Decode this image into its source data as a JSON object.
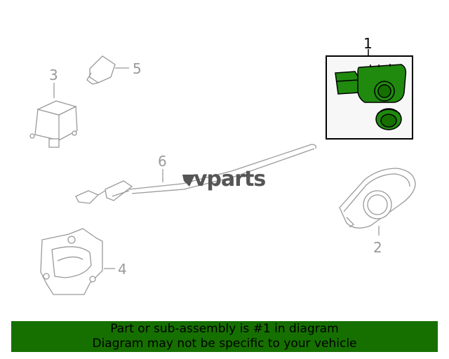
{
  "logo": {
    "text": "vparts"
  },
  "callouts": [
    {
      "id": "1",
      "label": "1",
      "active": true
    },
    {
      "id": "2",
      "label": "2",
      "active": false
    },
    {
      "id": "3",
      "label": "3",
      "active": false
    },
    {
      "id": "4",
      "label": "4",
      "active": false
    },
    {
      "id": "5",
      "label": "5",
      "active": false
    },
    {
      "id": "6",
      "label": "6",
      "active": false
    }
  ],
  "banner": {
    "line1": "Part or sub-assembly is #1 in diagram",
    "line2": "Diagram may not be specific to your vehicle"
  },
  "colors": {
    "highlight": "#167000",
    "part_fill_active": "#1f8a0e",
    "line_art": "#9a9a9a",
    "callout_active": "#000000"
  }
}
